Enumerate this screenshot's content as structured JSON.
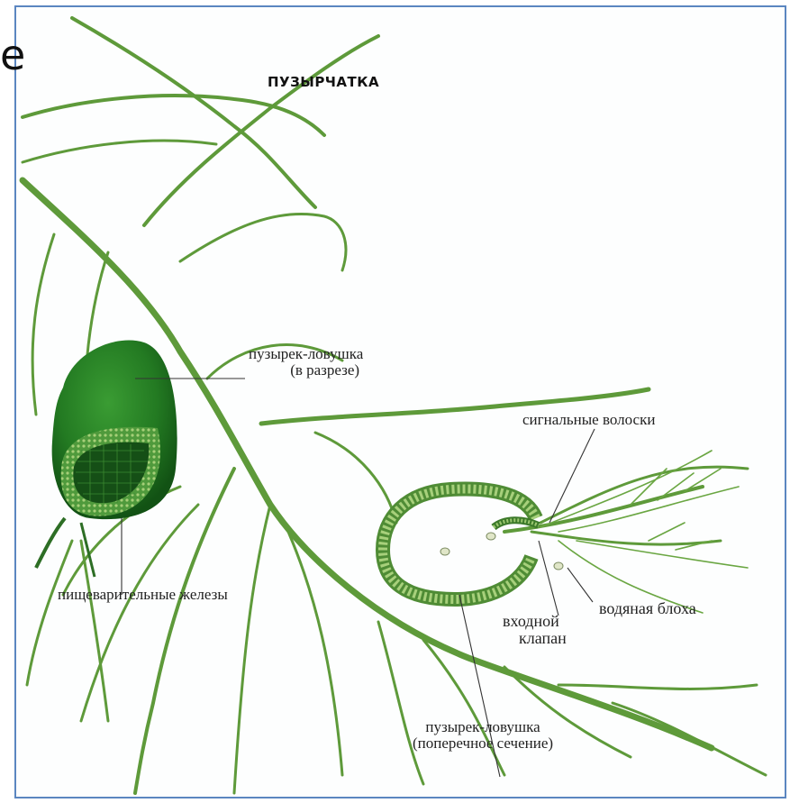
{
  "corner_glyph": "e",
  "title": "ПУЗЫРЧАТКА",
  "labels": {
    "trap_section_line1": "пузырек-ловушка",
    "trap_section_line2": "(в разрезе)",
    "signal_hairs": "сигнальные волоски",
    "digestive_glands": "пищеварительные железы",
    "entry_valve_line1": "входной",
    "entry_valve_line2": "клапан",
    "water_flea": "водяная блоха",
    "trap_cross_line1": "пузырек-ловушка",
    "trap_cross_line2": "(поперечное сечение)"
  },
  "colors": {
    "frame_border": "#5b86c0",
    "stem": "#5e9a3a",
    "trap_dark": "#1d6b1f",
    "trap_mid": "#2f8f2c",
    "leader": "#333333"
  }
}
